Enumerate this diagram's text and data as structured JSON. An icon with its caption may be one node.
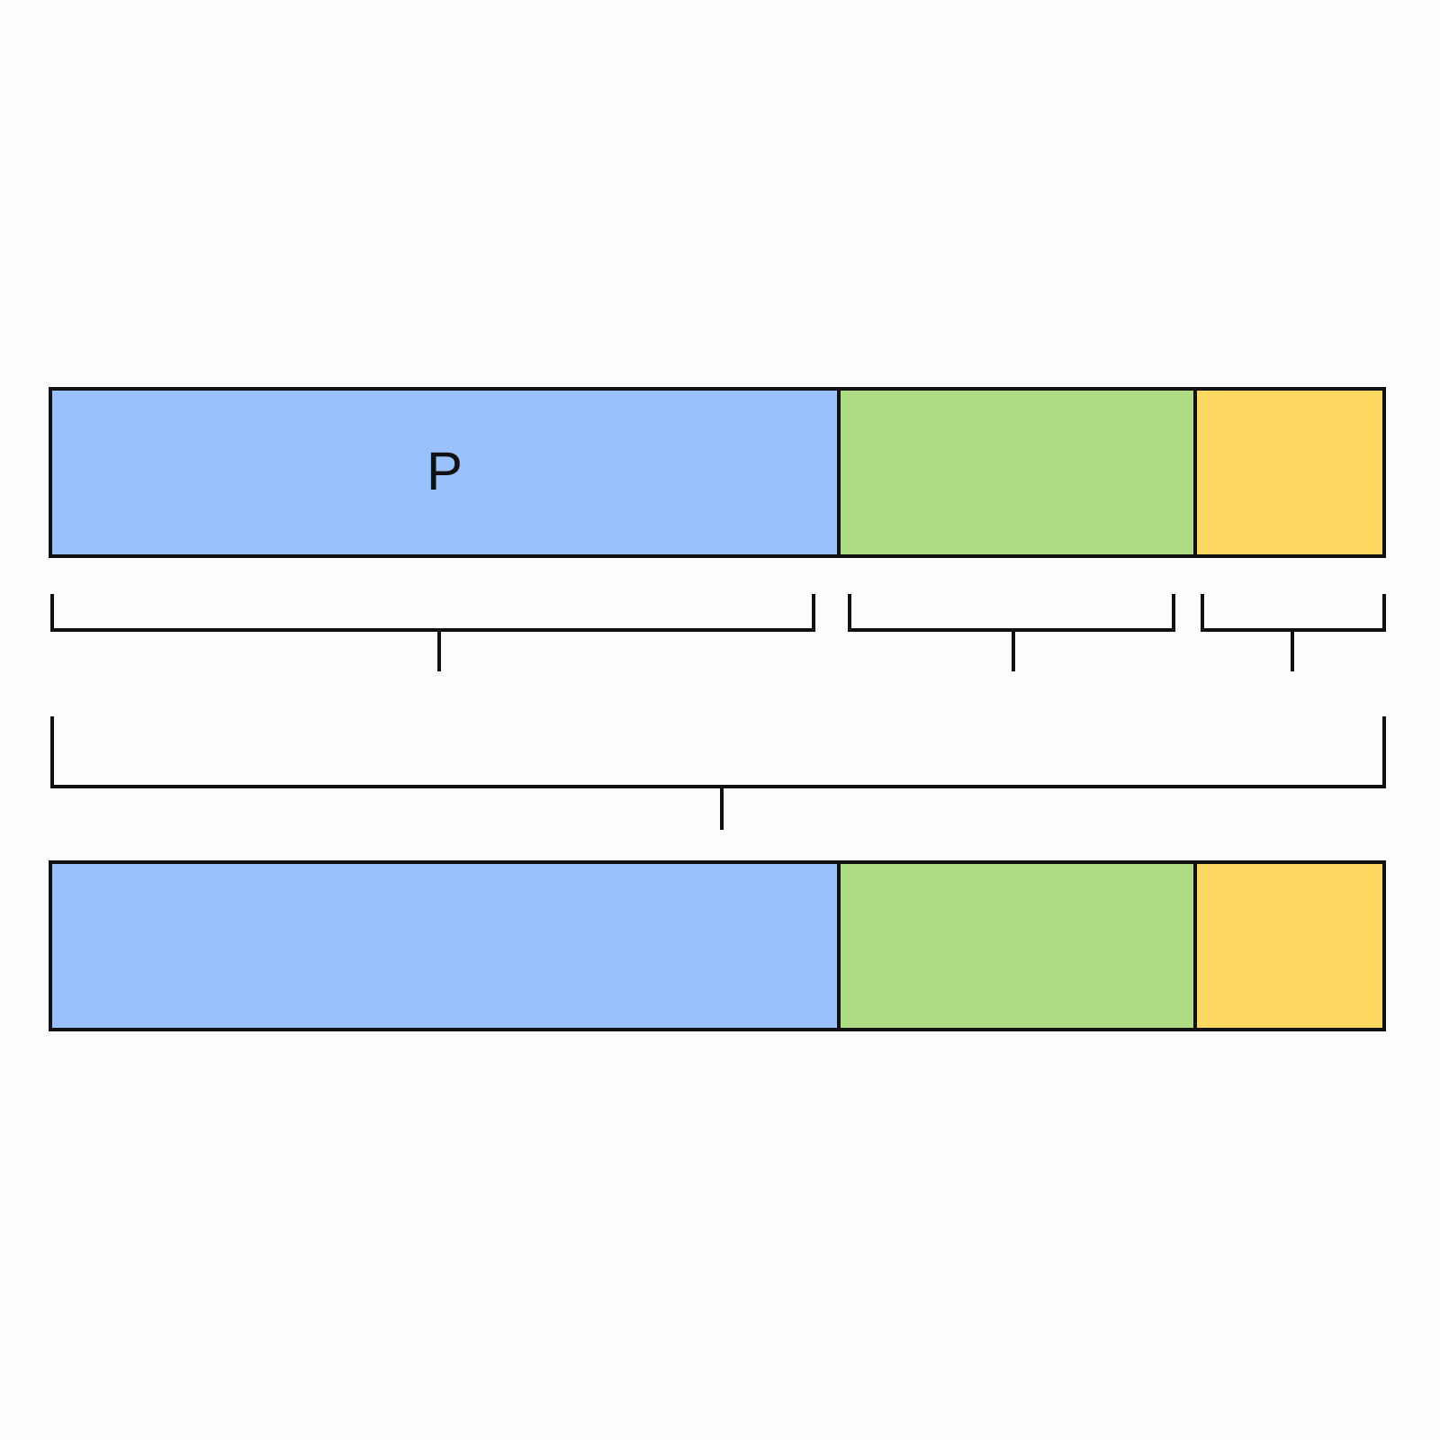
{
  "diagram": {
    "nodes": [
      {
        "text": [
          "P"
        ]
      },
      {
        "text": [],
        "shape": "box"
      },
      {
        "text": [],
        "shape": "box"
      },
      {
        "text": [],
        "shape": "box"
      },
      {
        "text": [],
        "shape": "box"
      },
      {
        "text": [],
        "shape": "box"
      }
    ]
  }
}
